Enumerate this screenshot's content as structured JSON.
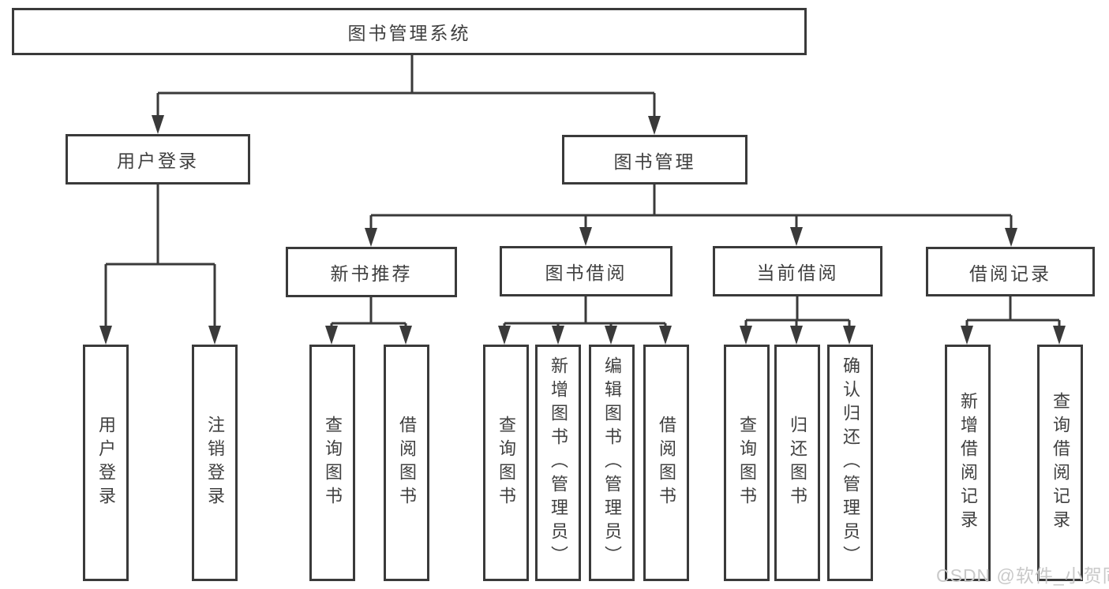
{
  "diagram": {
    "root": {
      "label": "图书管理系统"
    },
    "level2": [
      {
        "label": "用户登录"
      },
      {
        "label": "图书管理"
      }
    ],
    "level3": [
      {
        "label": "新书推荐"
      },
      {
        "label": "图书借阅"
      },
      {
        "label": "当前借阅"
      },
      {
        "label": "借阅记录"
      }
    ],
    "leaves": {
      "user_login": [
        {
          "label": "用户登录"
        },
        {
          "label": "注销登录"
        }
      ],
      "new_book_recommend": [
        {
          "label": "查询图书"
        },
        {
          "label": "借阅图书"
        }
      ],
      "book_borrow": [
        {
          "label": "查询图书"
        },
        {
          "label": "新增图书（管理员）"
        },
        {
          "label": "编辑图书（管理员）"
        },
        {
          "label": "借阅图书"
        }
      ],
      "current_borrow": [
        {
          "label": "查询图书"
        },
        {
          "label": "归还图书"
        },
        {
          "label": "确认归还（管理员）"
        }
      ],
      "borrow_records": [
        {
          "label": "新增借阅记录"
        },
        {
          "label": "查询借阅记录"
        }
      ]
    }
  },
  "watermark": {
    "text": "CSDN @软件_小贺同学"
  },
  "colors": {
    "line": "#3a3a3a",
    "box_border": "#3a3a3a",
    "text": "#404040",
    "watermark": "#c9c9c9",
    "background": "#ffffff"
  }
}
